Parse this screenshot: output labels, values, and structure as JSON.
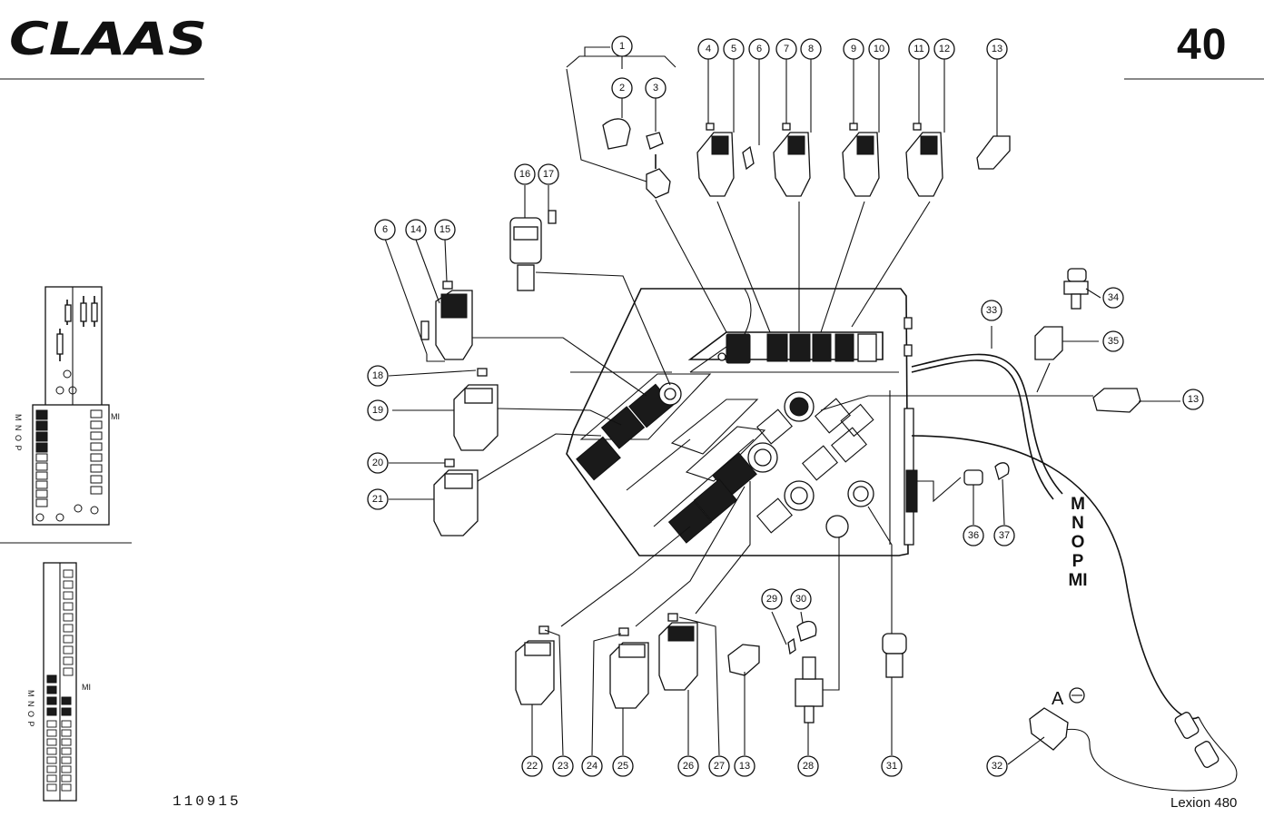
{
  "header": {
    "brand": "CLAAS",
    "page_number": "40"
  },
  "footer": {
    "document_number": "110915",
    "model": "Lexion 480"
  },
  "connector_labels": [
    "M",
    "N",
    "O",
    "P",
    "MI"
  ],
  "inset": {
    "side_labels": "M N O P",
    "mi_label": "MI"
  },
  "wire_label": "A",
  "callouts": [
    "1",
    "2",
    "3",
    "4",
    "5",
    "6",
    "7",
    "8",
    "9",
    "10",
    "11",
    "12",
    "13",
    "6",
    "14",
    "15",
    "16",
    "17",
    "18",
    "19",
    "20",
    "21",
    "22",
    "23",
    "24",
    "25",
    "26",
    "27",
    "13",
    "28",
    "29",
    "30",
    "31",
    "32",
    "33",
    "34",
    "35",
    "13",
    "36",
    "37"
  ]
}
